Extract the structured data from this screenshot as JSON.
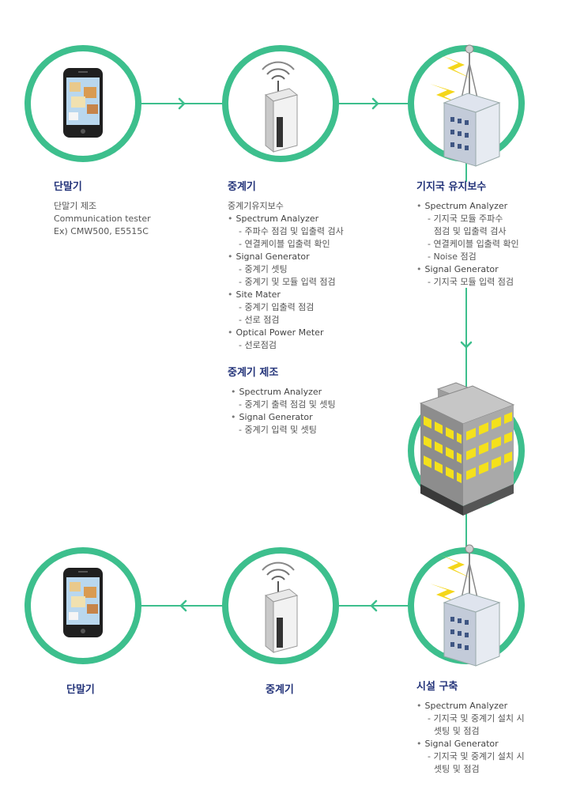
{
  "nodes": {
    "phone_top": {
      "title": "단말기",
      "lines": [
        "단말기 제조",
        "Communication tester",
        "Ex) CMW500, E5515C"
      ]
    },
    "repeater_top": {
      "title": "중계기",
      "subtitle": "중계기유지보수",
      "groups": [
        {
          "name": "Spectrum Analyzer",
          "items": [
            "주파수 점검 및 입출력 검사",
            "연결케이블 입출력 확인"
          ]
        },
        {
          "name": "Signal Generator",
          "items": [
            "중계기 셋팅",
            "중계기 및 모듈 입력 점검"
          ]
        },
        {
          "name": "Site Mater",
          "items": [
            "중계기 입출력 점검",
            "선로 점검"
          ]
        },
        {
          "name": "Optical Power Meter",
          "items": [
            "선로점검"
          ]
        }
      ]
    },
    "repeater_mfg": {
      "title": "중계기 제조",
      "groups": [
        {
          "name": "Spectrum Analyzer",
          "items": [
            "중계기 출력 점검 및 셋팅"
          ]
        },
        {
          "name": "Signal Generator",
          "items": [
            "중계기 입력 및 셋팅"
          ]
        }
      ]
    },
    "basestation": {
      "title": "기지국 유지보수",
      "groups": [
        {
          "name": "Spectrum Analyzer",
          "items": [
            "기지국 모듈 주파수",
            "점검 및 입출력 검사",
            "연결케이블 입출력 확인",
            "Noise 점검"
          ]
        },
        {
          "name": "Signal Generator",
          "items": [
            "기지국 모듈 입력 점검"
          ]
        }
      ]
    },
    "facility": {
      "title": "시설 구축",
      "groups": [
        {
          "name": "Spectrum Analyzer",
          "items": [
            "기지국 및 중계기 설치 시",
            "셋팅 및 점검"
          ]
        },
        {
          "name": "Signal Generator",
          "items": [
            "기지국 및 중계기 설치 시",
            "셋팅 및 점검"
          ]
        }
      ]
    },
    "repeater_bottom": {
      "title": "중계기"
    },
    "phone_bottom": {
      "title": "단말기"
    }
  },
  "colors": {
    "ring": "#3dbf8d",
    "title": "#24347a",
    "building_window": "#f4e11b"
  },
  "icons": [
    "smartphone-icon",
    "repeater-icon",
    "cell-tower-icon",
    "office-building-icon"
  ]
}
